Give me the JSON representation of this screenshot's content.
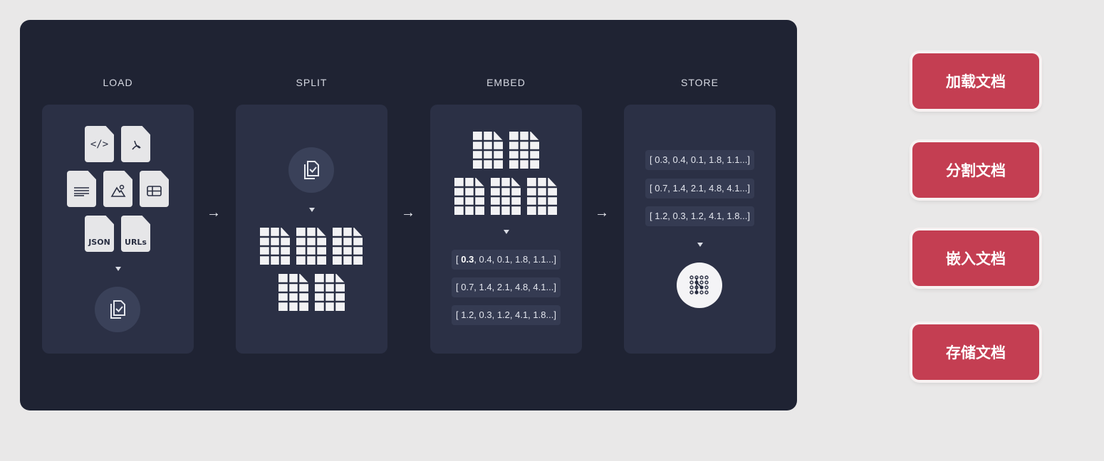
{
  "stages": {
    "load": {
      "label": "LOAD",
      "json_text": "JSON",
      "urls_text": "URLs"
    },
    "split": {
      "label": "SPLIT"
    },
    "embed": {
      "label": "EMBED",
      "vectors": [
        {
          "bold": "0.3",
          "rest": ", 0.4, 0.1, 1.8, 1.1...]"
        },
        {
          "text": "[ 0.7, 1.4, 2.1, 4.8, 4.1...]"
        },
        {
          "text": "[ 1.2, 0.3, 1.2, 4.1, 1.8...]"
        }
      ]
    },
    "store": {
      "label": "STORE",
      "vectors": [
        "[ 0.3, 0.4, 0.1, 1.8, 1.1...]",
        "[ 0.7, 1.4, 2.1, 4.8, 4.1...]",
        "[ 1.2, 0.3, 1.2, 4.1, 1.8...]"
      ]
    }
  },
  "arrow_glyph": "→",
  "buttons": {
    "load": "加载文档",
    "split": "分割文档",
    "embed": "嵌入文档",
    "store": "存储文档"
  },
  "icons": {
    "code": "code-icon",
    "pdf": "pdf-icon",
    "text": "text-lines-icon",
    "image": "image-icon",
    "table": "table-icon",
    "document": "document-check-icon",
    "vectorstore": "vector-store-icon"
  }
}
